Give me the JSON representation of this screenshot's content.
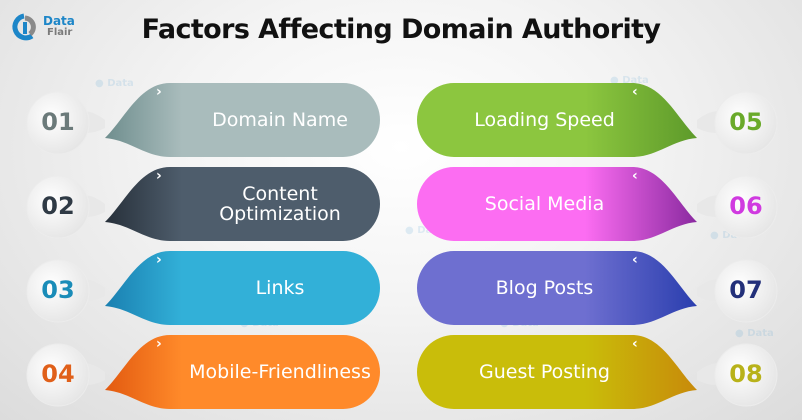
{
  "logo": {
    "line1": "Data",
    "line2": "Flair"
  },
  "title": "Factors Affecting Domain Authority",
  "icons": {
    "chevron_left": "‹",
    "chevron_right": "›"
  },
  "factors": [
    {
      "number": "01",
      "label": "Domain Name",
      "color": "#a9bcbc",
      "dark": "#6f8e8e",
      "num_color": "#6b7a7a",
      "side": "left"
    },
    {
      "number": "02",
      "label": "Content Optimization",
      "color": "#4e5d6c",
      "dark": "#27303a",
      "num_color": "#2f3a45",
      "side": "left"
    },
    {
      "number": "03",
      "label": "Links",
      "color": "#32b0d8",
      "dark": "#1a7fb0",
      "num_color": "#1a8cb8",
      "side": "left"
    },
    {
      "number": "04",
      "label": "Mobile-Friendliness",
      "color": "#ff8a2a",
      "dark": "#e25a10",
      "num_color": "#e0601a",
      "side": "left"
    },
    {
      "number": "05",
      "label": "Loading Speed",
      "color": "#8cc63f",
      "dark": "#5d9a2a",
      "num_color": "#6aaa2a",
      "side": "right"
    },
    {
      "number": "06",
      "label": "Social Media",
      "color": "#fc6df2",
      "dark": "#8a2aa0",
      "num_color": "#d03ae0",
      "side": "right"
    },
    {
      "number": "07",
      "label": "Blog Posts",
      "color": "#6e6fd0",
      "dark": "#2a3eae",
      "num_color": "#23307a",
      "side": "right"
    },
    {
      "number": "08",
      "label": "Guest Posting",
      "color": "#c9bd0a",
      "dark": "#c88a0a",
      "num_color": "#b8b21a",
      "side": "right"
    }
  ]
}
